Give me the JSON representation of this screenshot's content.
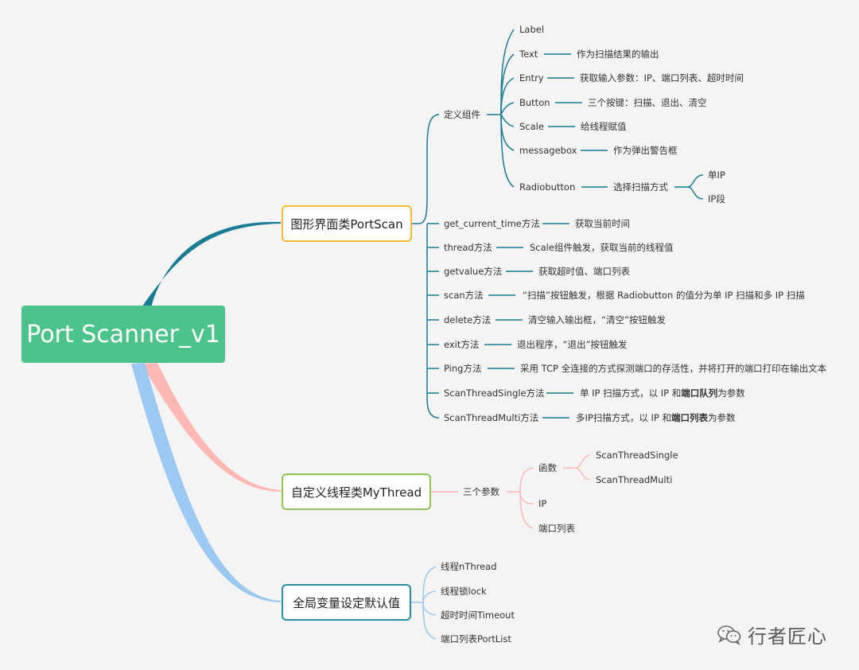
{
  "root": {
    "label": "Port Scanner_v1"
  },
  "colors": {
    "root": "#4cc38a",
    "gui": "#1a7b93",
    "thread": "#ffb8b4",
    "global": "#9cc9f2",
    "gui_border": "#f5b93a",
    "thread_border": "#8fc656",
    "global_border": "#2a8fa0"
  },
  "branches": {
    "gui": {
      "label": "图形界面类PortScan",
      "define_components": {
        "label": "定义组件",
        "items": [
          {
            "name": "Label",
            "desc": ""
          },
          {
            "name": "Text",
            "desc": "作为扫描结果的输出"
          },
          {
            "name": "Entry",
            "desc": "获取输入参数：IP、端口列表、超时时间"
          },
          {
            "name": "Button",
            "desc": "三个按键：扫描、退出、清空"
          },
          {
            "name": "Scale",
            "desc": "给线程赋值"
          },
          {
            "name": "messagebox",
            "desc": "作为弹出警告框"
          },
          {
            "name": "Radiobutton",
            "desc": "选择扫描方式",
            "options": [
              "单IP",
              "IP段"
            ]
          }
        ]
      },
      "methods": [
        {
          "name": "get_current_time方法",
          "desc": "获取当前时间"
        },
        {
          "name": "thread方法",
          "desc": "Scale组件触发，获取当前的线程值"
        },
        {
          "name": "getvalue方法",
          "desc": "获取超时值、端口列表"
        },
        {
          "name": "scan方法",
          "desc": "“扫描”按钮触发，根据 Radiobutton 的值分为单 IP 扫描和多 IP 扫描"
        },
        {
          "name": "delete方法",
          "desc": "清空输入输出框，“清空”按钮触发"
        },
        {
          "name": "exit方法",
          "desc": "退出程序，“退出”按钮触发"
        },
        {
          "name": "Ping方法",
          "desc": "采用 TCP 全连接的方式探测端口的存活性，并将打开的端口打印在输出文本"
        },
        {
          "name": "ScanThreadSingle方法",
          "desc_pre": "单 IP 扫描方式，以 IP 和",
          "desc_bold": "端口队列",
          "desc_post": "为参数"
        },
        {
          "name": "ScanThreadMulti方法",
          "desc_pre": "多IP扫描方式，以 IP 和",
          "desc_bold": "端口列表",
          "desc_post": "为参数"
        }
      ]
    },
    "thread": {
      "label": "自定义线程类MyThread",
      "params_label": "三个参数",
      "func_label": "函数",
      "funcs": [
        "ScanThreadSingle",
        "ScanThreadMulti"
      ],
      "ip": "IP",
      "ports": "端口列表"
    },
    "global": {
      "label": "全局变量设定默认值",
      "items": [
        "线程nThread",
        "线程锁lock",
        "超时时间Timeout",
        "端口列表PortList"
      ]
    }
  },
  "watermark": {
    "text": "行者匠心",
    "icon": "wechat-icon"
  }
}
